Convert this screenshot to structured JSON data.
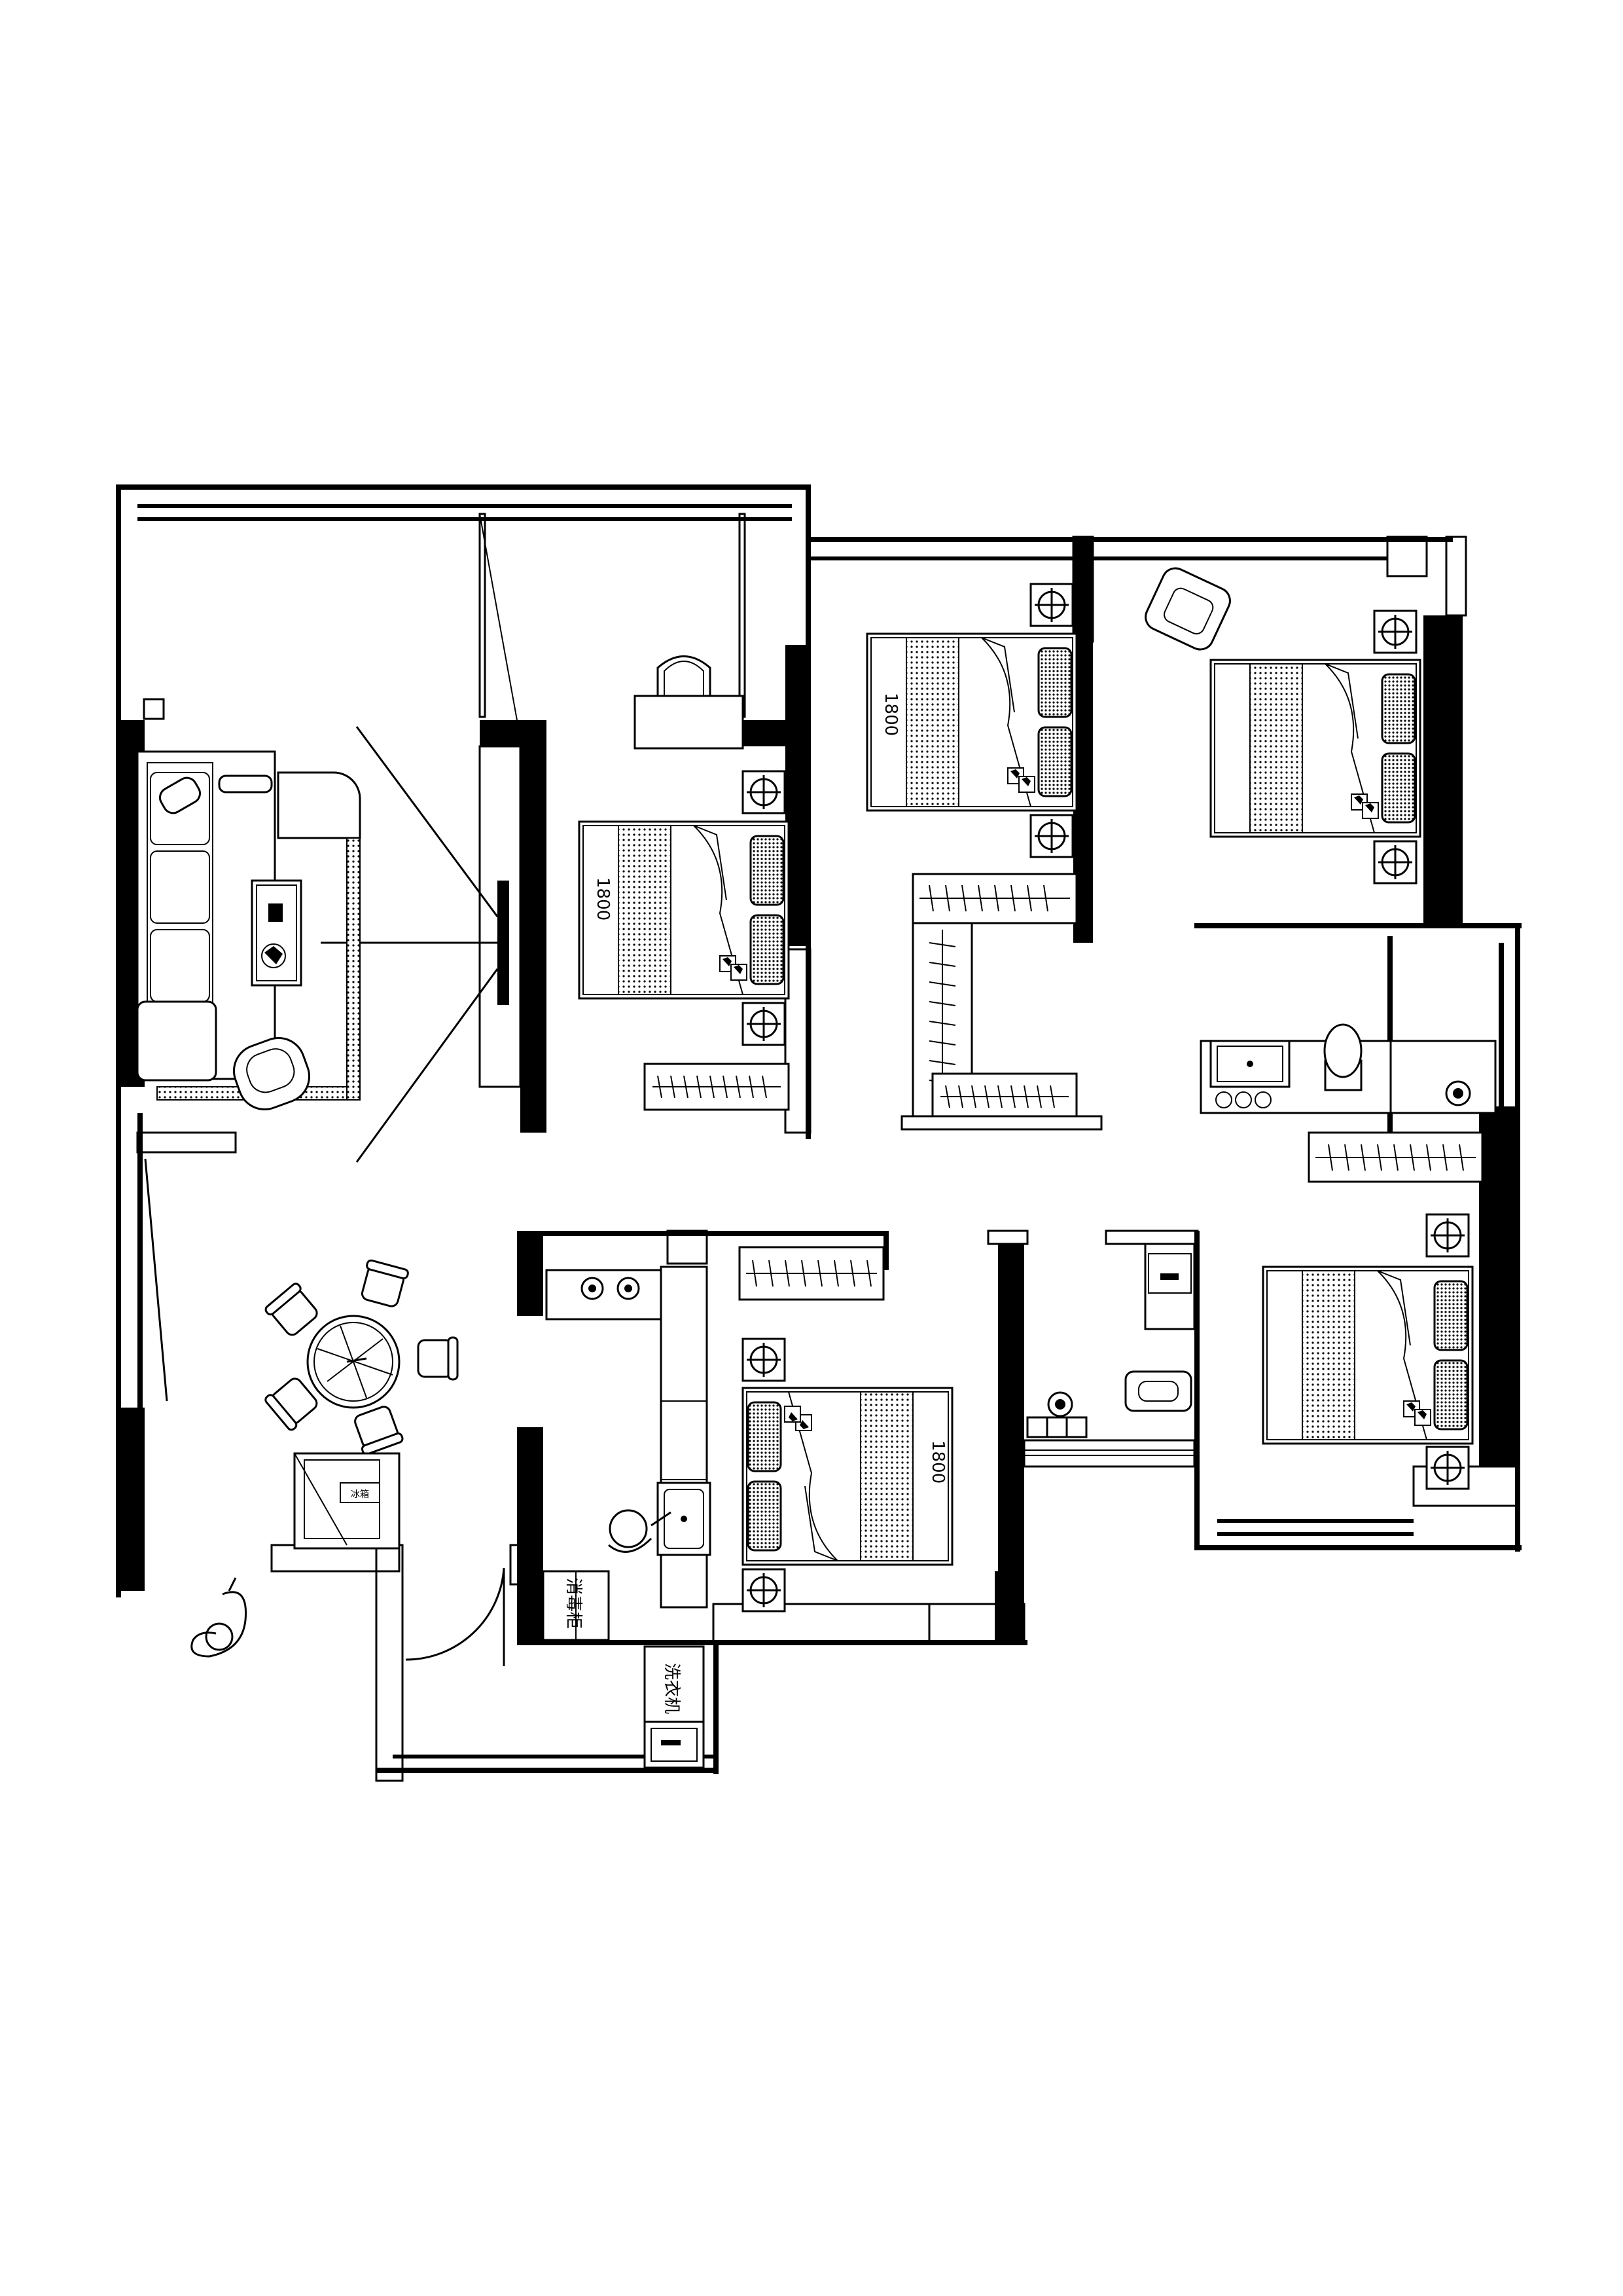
{
  "plan": {
    "bed_dimensions": {
      "bedroom_a": "1800",
      "bedroom_b": "1800",
      "bedroom_e": "1800"
    },
    "appliance_labels": {
      "disinfection_cabinet": "消毒柜",
      "washing_machine": "洗衣机",
      "refrigerator": "冰箱"
    }
  }
}
